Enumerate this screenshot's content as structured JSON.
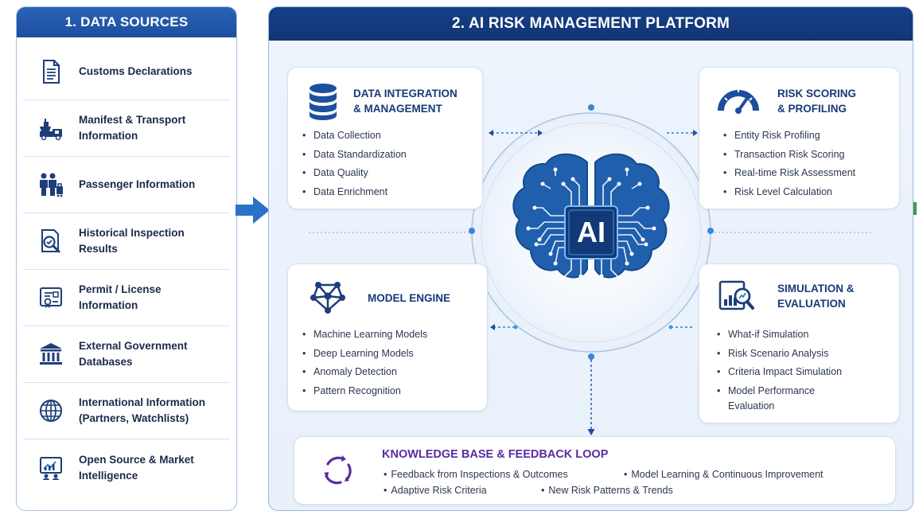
{
  "left_panel": {
    "title": "1. DATA SOURCES",
    "items": [
      {
        "label": "Customs Declarations",
        "icon": "document-icon"
      },
      {
        "label": "Manifest & Transport Information",
        "icon": "transport-icon"
      },
      {
        "label": "Passenger Information",
        "icon": "passengers-icon"
      },
      {
        "label": "Historical Inspection Results",
        "icon": "inspection-icon"
      },
      {
        "label": "Permit / License Information",
        "icon": "permit-icon"
      },
      {
        "label": "External Government Databases",
        "icon": "government-building-icon"
      },
      {
        "label": "International Information (Partners, Watchlists)",
        "icon": "globe-icon"
      },
      {
        "label": "Open Source & Market Intelligence",
        "icon": "analytics-icon"
      }
    ]
  },
  "platform": {
    "title": "2. AI RISK MANAGEMENT PLATFORM",
    "center_label": "AI",
    "modules": {
      "data_integration": {
        "title_line1": "DATA INTEGRATION",
        "title_line2": "& MANAGEMENT",
        "bullets": [
          "Data Collection",
          "Data Standardization",
          "Data Quality",
          "Data Enrichment"
        ]
      },
      "risk_scoring": {
        "title_line1": "RISK SCORING",
        "title_line2": "& PROFILING",
        "bullets": [
          "Entity Risk Profiling",
          "Transaction Risk Scoring",
          "Real-time Risk Assessment",
          "Risk Level Calculation"
        ]
      },
      "model_engine": {
        "title": "MODEL ENGINE",
        "bullets": [
          "Machine Learning Models",
          "Deep Learning Models",
          "Anomaly Detection",
          "Pattern Recognition"
        ]
      },
      "simulation": {
        "title_line1": "SIMULATION &",
        "title_line2": "EVALUATION",
        "bullets": [
          "What-if Simulation",
          "Risk Scenario Analysis",
          "Criteria Impact Simulation",
          "Model Performance Evaluation"
        ]
      }
    },
    "knowledge_base": {
      "title": "KNOWLEDGE BASE & FEEDBACK LOOP",
      "items": [
        "Feedback from Inspections & Outcomes",
        "Model Learning & Continuous Improvement",
        "Adaptive Risk Criteria",
        "New Risk Patterns & Trends"
      ]
    }
  },
  "colors": {
    "navy": "#163f86",
    "blue": "#2a62b8",
    "brain": "#1f5fae",
    "purple": "#5a2ca0",
    "connector": "#2d7fd0"
  }
}
